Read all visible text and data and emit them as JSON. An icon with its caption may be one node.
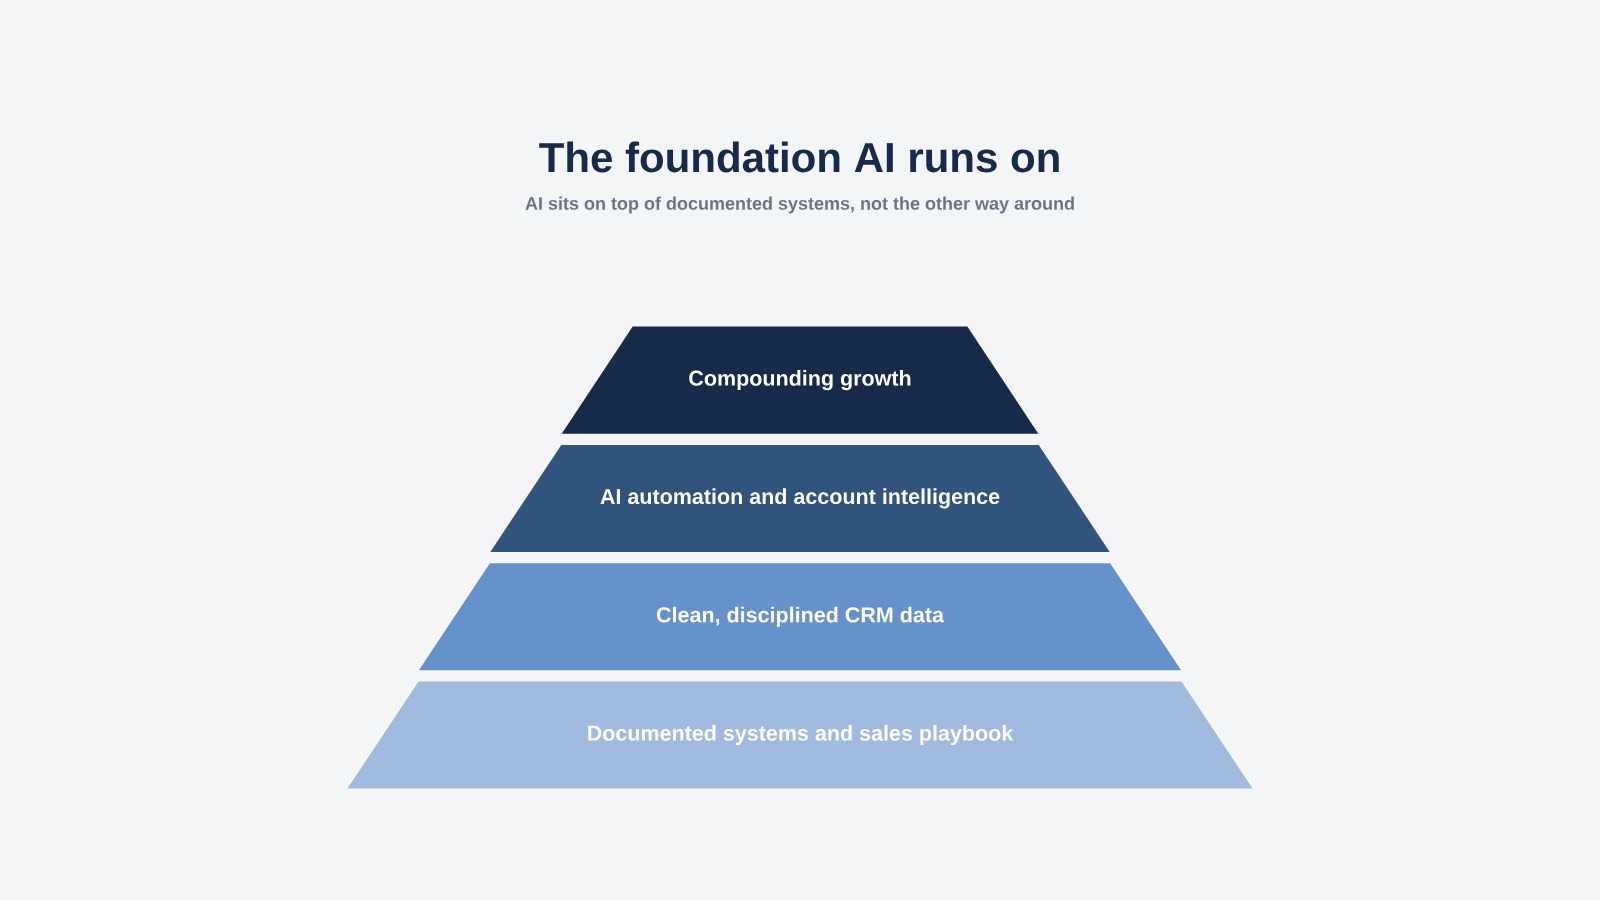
{
  "diagram": {
    "title": "The foundation AI runs on",
    "nodes": [
      {
        "text": [
          "Compounding growth"
        ]
      },
      {
        "text": [
          "AI automation and account intelligence"
        ]
      },
      {
        "text": [
          "Clean, disciplined CRM data"
        ]
      },
      {
        "text": [
          "Documented systems and sales playbook"
        ]
      }
    ],
    "labels": [
      "AI sits on top of documented systems, not the other way around"
    ]
  }
}
